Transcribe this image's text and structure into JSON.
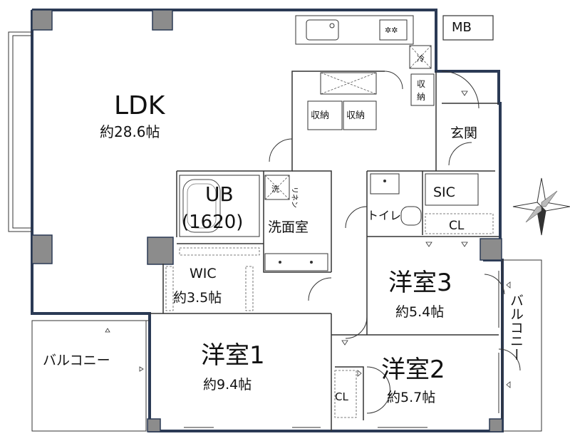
{
  "rooms": {
    "ldk": {
      "name": "LDK",
      "area": "約28.6帖"
    },
    "ub": {
      "name": "UB",
      "size": "(1620)"
    },
    "washroom": {
      "name": "洗面室"
    },
    "wic": {
      "name": "WIC",
      "area": "約3.5帖"
    },
    "room1": {
      "name": "洋室1",
      "area": "約9.4帖"
    },
    "room2": {
      "name": "洋室2",
      "area": "約5.7帖"
    },
    "room3": {
      "name": "洋室3",
      "area": "約5.4帖"
    },
    "entrance": {
      "name": "玄関"
    },
    "sic": {
      "name": "SIC"
    },
    "toilet": {
      "name": "トイレ"
    },
    "mb": {
      "name": "MB"
    }
  },
  "labels": {
    "storage": "収納",
    "storage_left": "収納",
    "storage_right": "収納",
    "storage_vertical_top": "収",
    "storage_vertical_bottom": "納",
    "closet": "CL",
    "closet2": "CL",
    "fridge": "冷",
    "washer": "洗",
    "linen": "リネン"
  },
  "balconies": {
    "left": "バルコニー",
    "right": "バルコニー"
  },
  "colors": {
    "wall": "#2b3a55",
    "column": "#8c8c8c",
    "line": "#333333"
  },
  "icons": [
    "compass-icon",
    "sink-icon",
    "stove-icon",
    "fridge-icon",
    "washer-icon",
    "toilet-icon",
    "bathtub-icon"
  ]
}
